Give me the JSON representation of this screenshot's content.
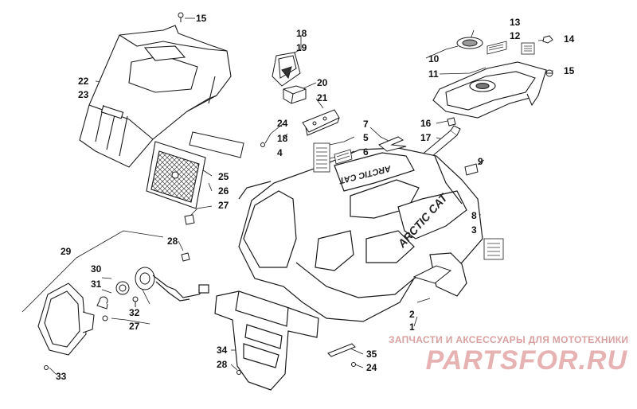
{
  "diagram": {
    "callouts": [
      {
        "key": "c1",
        "label": "1"
      },
      {
        "key": "c2",
        "label": "2"
      },
      {
        "key": "c3",
        "label": "3"
      },
      {
        "key": "c4",
        "label": "4"
      },
      {
        "key": "c5",
        "label": "5"
      },
      {
        "key": "c6",
        "label": "6"
      },
      {
        "key": "c7",
        "label": "7"
      },
      {
        "key": "c8",
        "label": "8"
      },
      {
        "key": "c9",
        "label": "9"
      },
      {
        "key": "c10",
        "label": "10"
      },
      {
        "key": "c11",
        "label": "11"
      },
      {
        "key": "c12",
        "label": "12"
      },
      {
        "key": "c13",
        "label": "13"
      },
      {
        "key": "c14",
        "label": "14"
      },
      {
        "key": "c15a",
        "label": "15"
      },
      {
        "key": "c15b",
        "label": "15"
      },
      {
        "key": "c16",
        "label": "16"
      },
      {
        "key": "c17",
        "label": "17"
      },
      {
        "key": "c18a",
        "label": "18"
      },
      {
        "key": "c18b",
        "label": "18"
      },
      {
        "key": "c19",
        "label": "19"
      },
      {
        "key": "c20",
        "label": "20"
      },
      {
        "key": "c21",
        "label": "21"
      },
      {
        "key": "c22",
        "label": "22"
      },
      {
        "key": "c23",
        "label": "23"
      },
      {
        "key": "c24a",
        "label": "24"
      },
      {
        "key": "c24b",
        "label": "24"
      },
      {
        "key": "c25",
        "label": "25"
      },
      {
        "key": "c26",
        "label": "26"
      },
      {
        "key": "c27a",
        "label": "27"
      },
      {
        "key": "c27b",
        "label": "27"
      },
      {
        "key": "c28a",
        "label": "28"
      },
      {
        "key": "c28b",
        "label": "28"
      },
      {
        "key": "c29",
        "label": "29"
      },
      {
        "key": "c30",
        "label": "30"
      },
      {
        "key": "c31",
        "label": "31"
      },
      {
        "key": "c32",
        "label": "32"
      },
      {
        "key": "c33",
        "label": "33"
      },
      {
        "key": "c34",
        "label": "34"
      },
      {
        "key": "c35",
        "label": "35"
      }
    ],
    "fender_decal_text": "ARCTIC CAT",
    "hood_decal_text": "ARCTIC CAT"
  },
  "watermark": {
    "tagline": "ЗАПЧАСТИ И АКСЕССУАРЫ ДЛЯ МОТОТЕХНИКИ",
    "brand": "PARTSFOR.RU"
  },
  "colors": {
    "line": "#1a1a1a",
    "shade": "#9a9a9a",
    "watermark": "#e0a8a8"
  }
}
